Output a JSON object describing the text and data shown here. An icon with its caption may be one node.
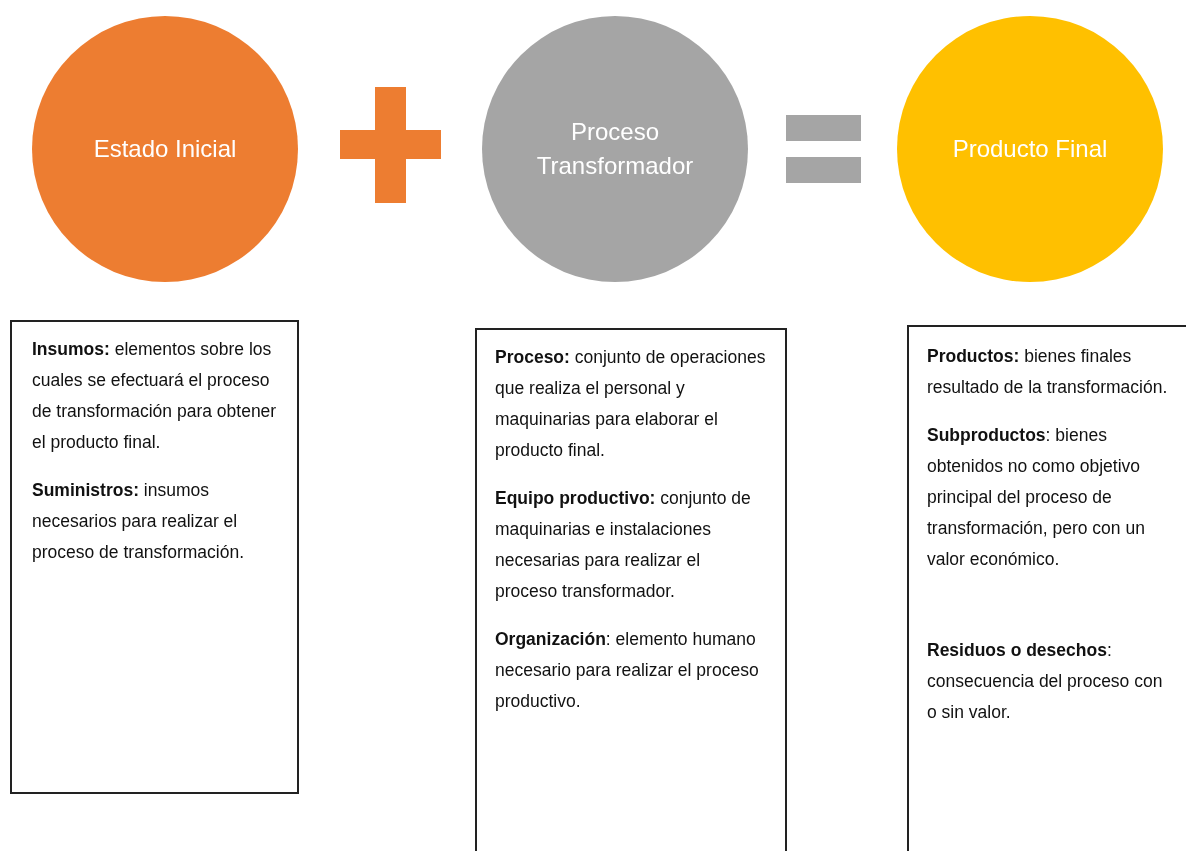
{
  "diagram": {
    "nodes": [
      {
        "text": [
          "Estado Inicial"
        ]
      },
      {
        "text": [
          "Proceso Transformador"
        ]
      },
      {
        "text": [
          "Producto Final"
        ]
      },
      {
        "text": [
          "**Insumos:** elementos sobre los cuales se efectuará el proceso de transformación para obtener el producto final.",
          "**Suministros:** insumos necesarios para realizar el proceso de transformación."
        ]
      },
      {
        "text": [
          "**Proceso:** conjunto de operaciones que realiza el personal y maquinarias para elaborar el producto final.",
          "**Equipo productivo:** conjunto de maquinarias e instalaciones necesarias para realizar el proceso transformador.",
          "**Organización**: elemento humano necesario para realizar el proceso productivo."
        ]
      },
      {
        "text": [
          "**Productos:** bienes finales resultado de la transformación.",
          "**Subproductos**: bienes obtenidos no como objetivo principal del proceso de transformación, pero con un valor económico.",
          "**Residuos o desechos**: consecuencia del proceso con o sin valor."
        ]
      }
    ]
  }
}
